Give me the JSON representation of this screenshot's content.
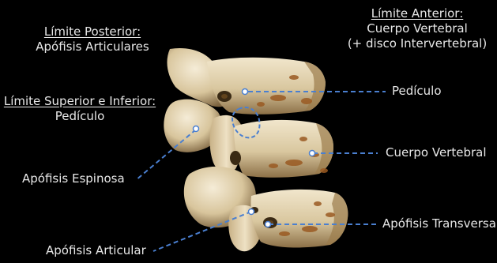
{
  "labels": {
    "posterior": {
      "heading": "Límite Posterior:",
      "text": "Apófisis Articulares"
    },
    "anterior": {
      "heading": "Límite Anterior:",
      "line1": "Cuerpo Vertebral",
      "line2": "(+ disco Intervertebral)"
    },
    "superior_inferior": {
      "heading": "Límite Superior e Inferior:",
      "text": "Pedículo"
    },
    "pediculo": "Pedículo",
    "cuerpo_vertebral": "Cuerpo Vertebral",
    "apofisis_espinosa": "Apófisis Espinosa",
    "apofisis_transversa": "Apófisis Transversa",
    "apofisis_articular": "Apófisis Articular"
  },
  "colors": {
    "background": "#000000",
    "text": "#e8e8e8",
    "leader": "#4a7fd0",
    "bone_light": "#e9dcc0",
    "bone_shadow": "#8b6f45",
    "bone_spot": "#9a5a22"
  }
}
